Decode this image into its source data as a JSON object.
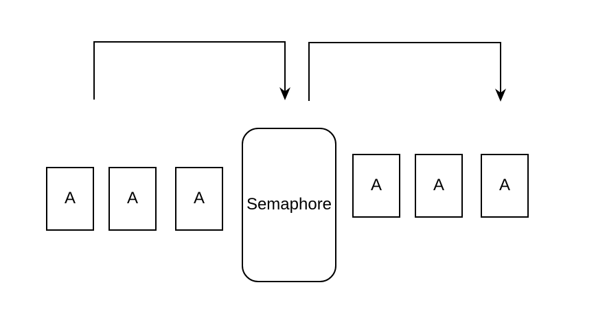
{
  "diagram": {
    "background_color": "#ffffff",
    "stroke_color": "#000000",
    "text_color": "#000000",
    "semaphore": {
      "label": "Semaphore"
    },
    "left_queue": {
      "boxes": [
        {
          "label": "A"
        },
        {
          "label": "A"
        },
        {
          "label": "A"
        }
      ]
    },
    "right_queue": {
      "boxes": [
        {
          "label": "A"
        },
        {
          "label": "A"
        },
        {
          "label": "A"
        }
      ]
    },
    "arrows": [
      {
        "name": "arrow-to-semaphore",
        "style": "right-angle-bracket-with-down-arrowhead"
      },
      {
        "name": "arrow-to-right-queue",
        "style": "right-angle-bracket-with-down-arrowhead"
      }
    ]
  }
}
